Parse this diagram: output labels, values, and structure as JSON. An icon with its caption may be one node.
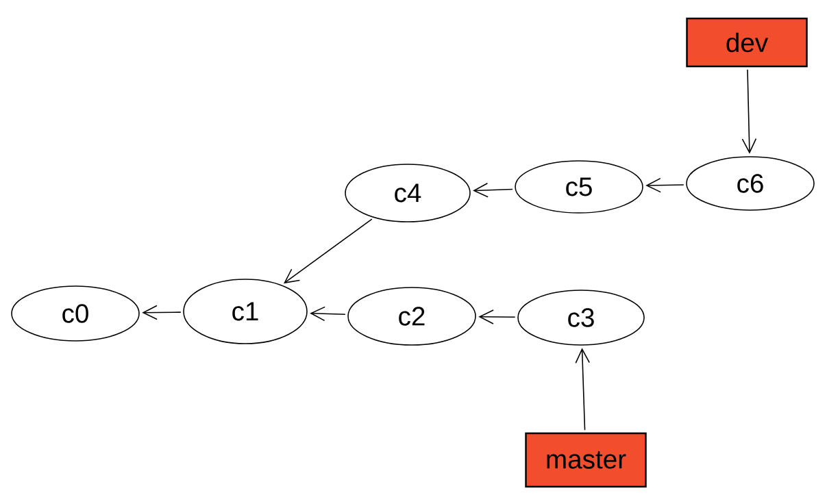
{
  "diagram": {
    "nodes": [
      {
        "text": [
          "dev"
        ]
      },
      {
        "text": [
          "c4"
        ]
      },
      {
        "text": [
          "c5"
        ]
      },
      {
        "text": [
          "c6"
        ]
      },
      {
        "text": [
          "c0"
        ]
      },
      {
        "text": [
          "c1"
        ]
      },
      {
        "text": [
          "c2"
        ]
      },
      {
        "text": [
          "c3"
        ]
      },
      {
        "text": [
          "master"
        ]
      }
    ],
    "edges": [
      {
        "from": 0,
        "to": 3,
        "arrow": "to"
      },
      {
        "from": 3,
        "to": 2,
        "arrow": "to"
      },
      {
        "from": 2,
        "to": 1,
        "arrow": "to"
      },
      {
        "from": 1,
        "to": 5,
        "arrow": "to"
      },
      {
        "from": 7,
        "to": 6,
        "arrow": "to"
      },
      {
        "from": 6,
        "to": 5,
        "arrow": "to"
      },
      {
        "from": 5,
        "to": 4,
        "arrow": "to"
      },
      {
        "from": 8,
        "to": 7,
        "arrow": "to"
      }
    ]
  }
}
